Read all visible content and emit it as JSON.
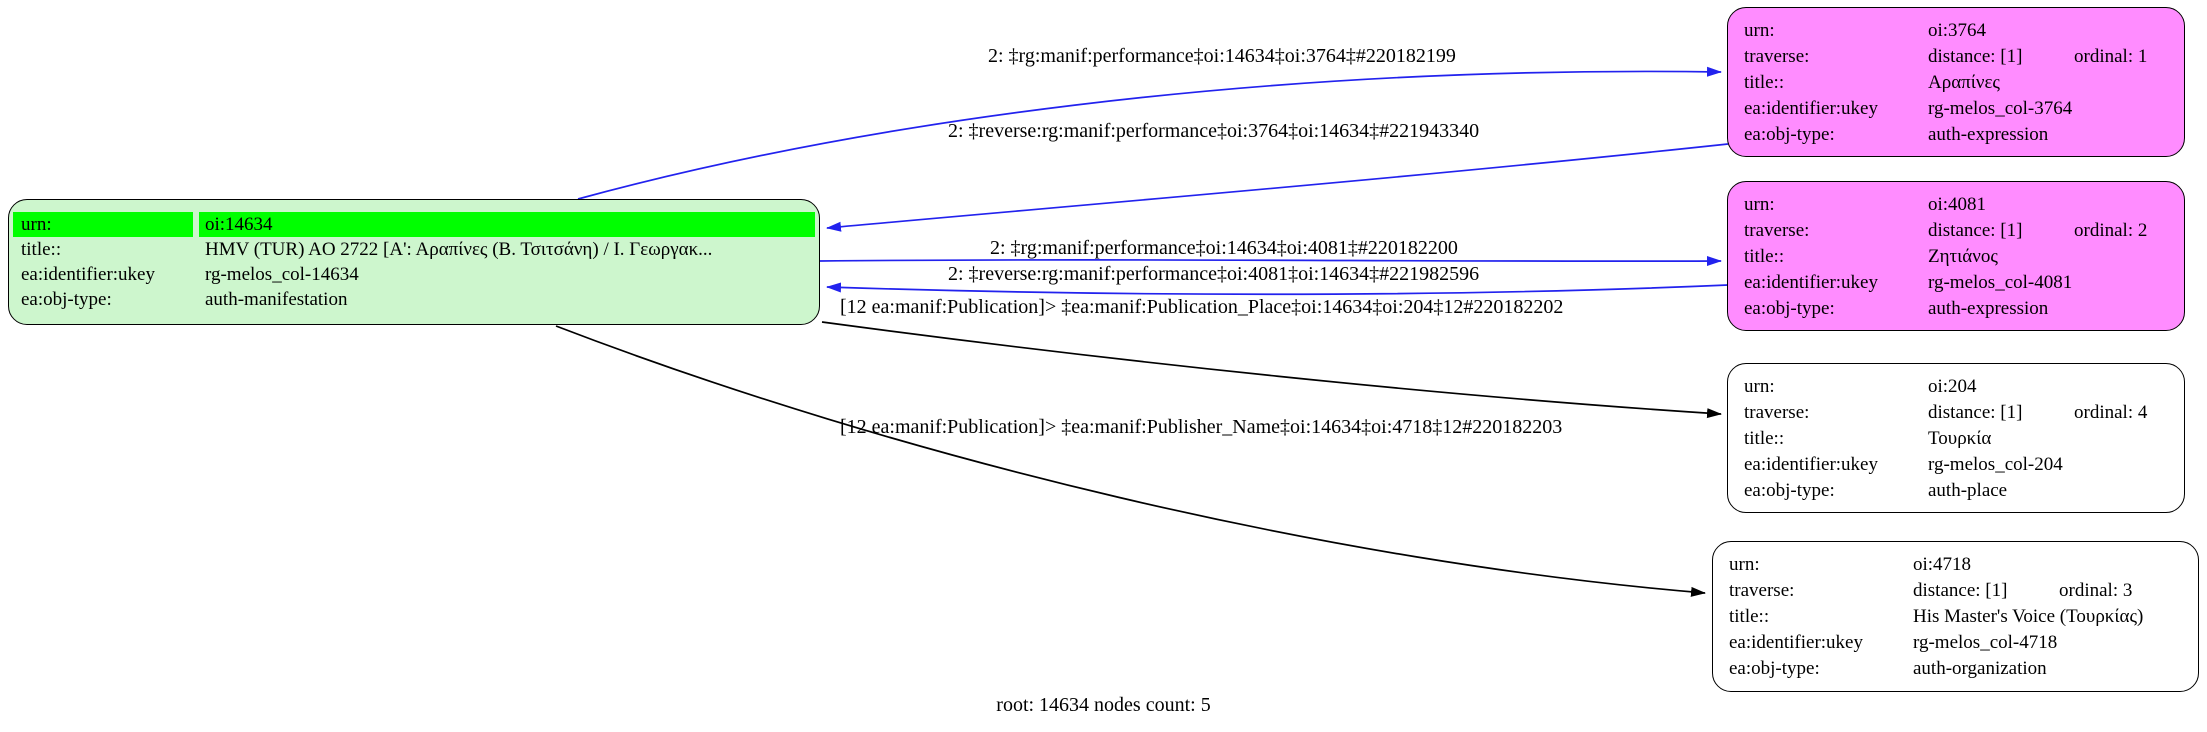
{
  "footer": {
    "status_label": "root: 14634 nodes count: 5"
  },
  "field_labels": {
    "urn": "urn:",
    "traverse": "traverse:",
    "title": "title::",
    "ukey": "ea:identifier:ukey",
    "objtype": "ea:obj-type:"
  },
  "nodes": {
    "root": {
      "urn": "oi:14634",
      "title": "HMV (TUR) AO 2722 [Α': Αραπίνες (Β. Τσιτσάνη) / Ι. Γεωργακ...",
      "ukey": "rg-melos_col-14634",
      "objtype": "auth-manifestation"
    },
    "oi3764": {
      "urn": "oi:3764",
      "distance": "distance: [1]",
      "ordinal": "ordinal: 1",
      "title": "Αραπίνες",
      "ukey": "rg-melos_col-3764",
      "objtype": "auth-expression"
    },
    "oi4081": {
      "urn": "oi:4081",
      "distance": "distance: [1]",
      "ordinal": "ordinal: 2",
      "title": "Ζητιάνος",
      "ukey": "rg-melos_col-4081",
      "objtype": "auth-expression"
    },
    "oi204": {
      "urn": "oi:204",
      "distance": "distance: [1]",
      "ordinal": "ordinal: 4",
      "title": "Τουρκία",
      "ukey": "rg-melos_col-204",
      "objtype": "auth-place"
    },
    "oi4718": {
      "urn": "oi:4718",
      "distance": "distance: [1]",
      "ordinal": "ordinal: 3",
      "title": "His Master's Voice (Τουρκίας)",
      "ukey": "rg-melos_col-4718",
      "objtype": "auth-organization"
    }
  },
  "edges": [
    {
      "from": "oi:14634",
      "to": "oi:3764",
      "color": "#2222ee",
      "label": "2: ‡rg:manif:performance‡oi:14634‡oi:3764‡#220182199"
    },
    {
      "from": "oi:3764",
      "to": "oi:14634",
      "color": "#2222ee",
      "label": "2: ‡reverse:rg:manif:performance‡oi:3764‡oi:14634‡#221943340"
    },
    {
      "from": "oi:14634",
      "to": "oi:4081",
      "color": "#2222ee",
      "label": "2: ‡rg:manif:performance‡oi:14634‡oi:4081‡#220182200"
    },
    {
      "from": "oi:4081",
      "to": "oi:14634",
      "color": "#2222ee",
      "label": "2: ‡reverse:rg:manif:performance‡oi:4081‡oi:14634‡#221982596"
    },
    {
      "from": "oi:14634",
      "to": "oi:204",
      "color": "#000000",
      "label": "[12 ea:manif:Publication]> ‡ea:manif:Publication_Place‡oi:14634‡oi:204‡12#220182202"
    },
    {
      "from": "oi:14634",
      "to": "oi:4718",
      "color": "#000000",
      "label": "[12 ea:manif:Publication]> ‡ea:manif:Publisher_Name‡oi:14634‡oi:4718‡12#220182203"
    }
  ],
  "colors": {
    "root_fill": "#cdf6cd",
    "root_highlight": "#00ff00",
    "expression_fill": "#ff8cff",
    "edge_blue": "#2222ee",
    "edge_black": "#000000",
    "node_border": "#000000"
  }
}
